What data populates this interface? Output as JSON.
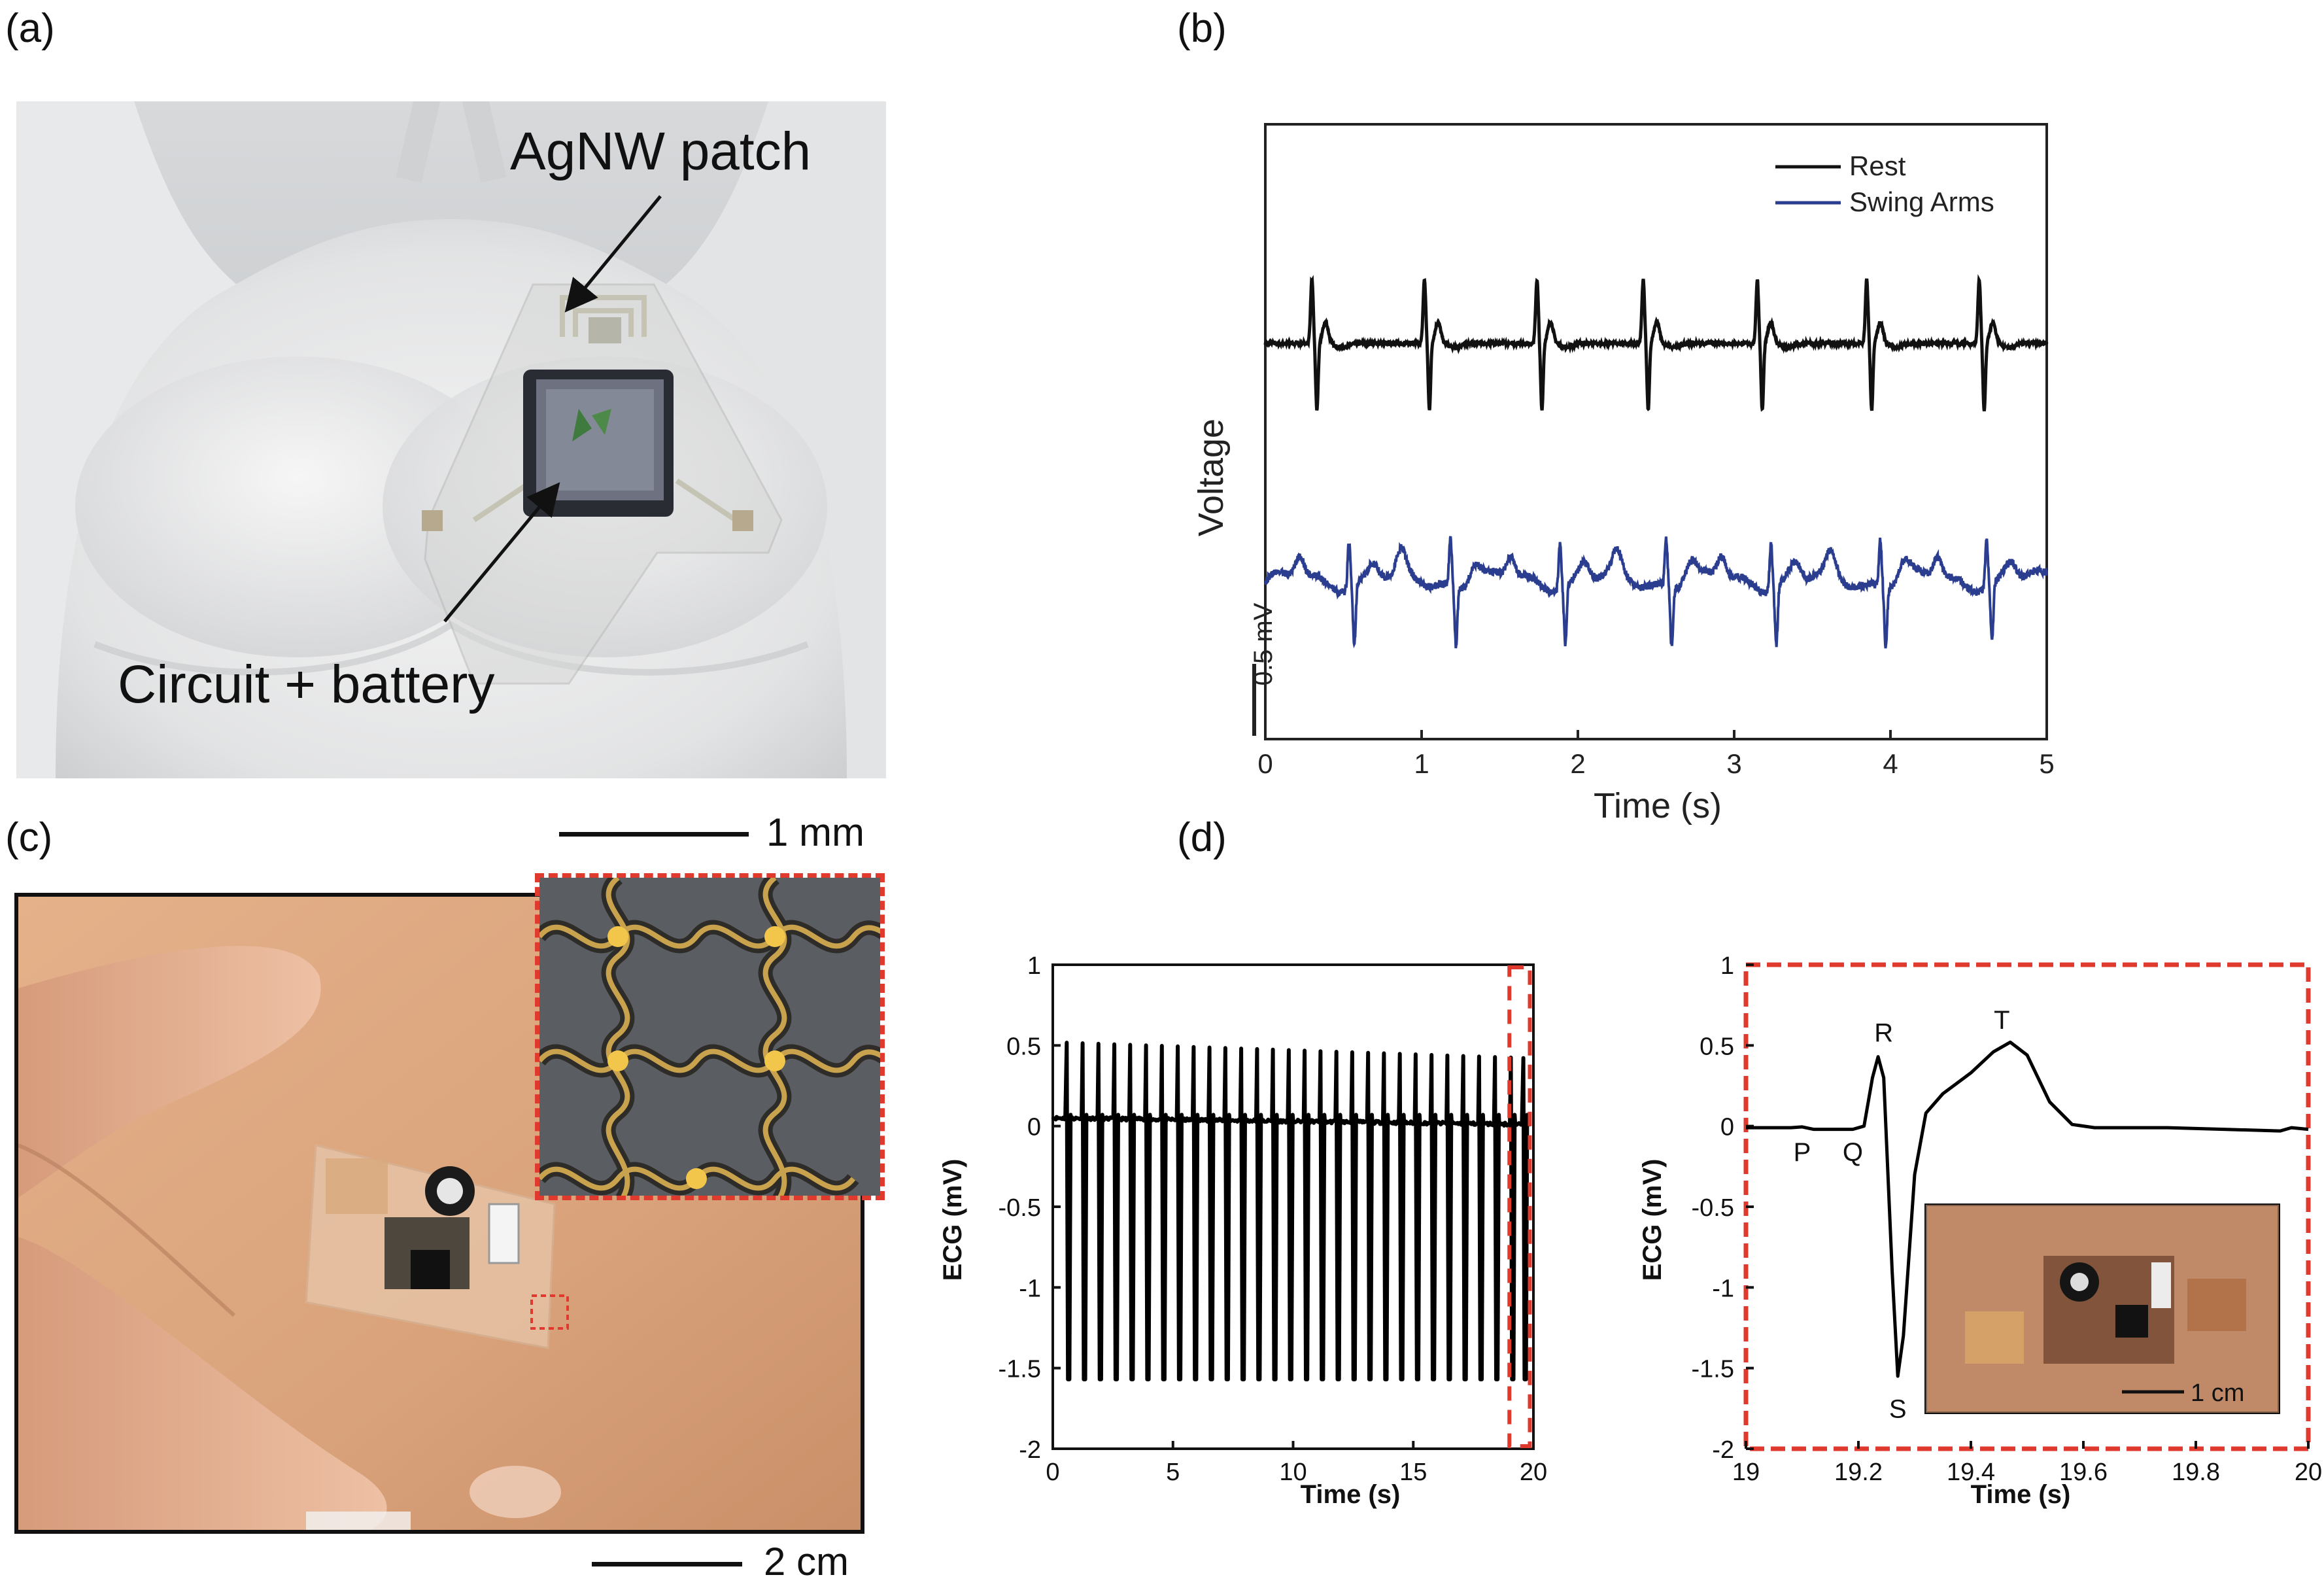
{
  "panels": {
    "a": {
      "letter": "(a)",
      "label_patch": "AgNW patch",
      "label_circuit": "Circuit + battery"
    },
    "b": {
      "letter": "(b)"
    },
    "c": {
      "letter": "(c)",
      "scale_top": "1 mm",
      "scale_bottom": "2 cm"
    },
    "d": {
      "letter": "(d)",
      "inset_scale": "1 cm"
    }
  },
  "colors": {
    "rest": "#111111",
    "swing": "#2b3d8f",
    "highlight": "#e03a2e",
    "trace": "#000000"
  },
  "chart_data": [
    {
      "id": "b",
      "type": "line",
      "xlabel": "Time (s)",
      "ylabel": "Voltage",
      "scale_bar_label": "0.5 mV",
      "xlim": [
        0,
        5
      ],
      "xticks": [
        0,
        1,
        2,
        3,
        4,
        5
      ],
      "legend_position": "top-right",
      "grid": false,
      "series": [
        {
          "name": "Rest",
          "color": "#111111",
          "beat_times": [
            0.31,
            1.03,
            1.75,
            2.43,
            3.16,
            3.86,
            4.58
          ]
        },
        {
          "name": "Swing Arms",
          "color": "#2b3d8f",
          "beat_times": [
            0.55,
            1.2,
            1.9,
            2.58,
            3.25,
            3.95,
            4.63
          ]
        }
      ]
    },
    {
      "id": "d-left",
      "type": "line",
      "xlabel": "Time (s)",
      "ylabel": "ECG (mV)",
      "xlim": [
        0,
        20
      ],
      "ylim": [
        -2,
        1
      ],
      "xticks": [
        0,
        5,
        10,
        15,
        20
      ],
      "yticks": [
        1,
        0.5,
        0,
        -0.5,
        -1,
        -1.5,
        -2
      ],
      "grid": false,
      "series": [
        {
          "beat_times": [
            0.6,
            1.26,
            1.92,
            2.58,
            3.24,
            3.9,
            4.56,
            5.22,
            5.88,
            6.54,
            7.2,
            7.86,
            8.52,
            9.18,
            9.84,
            10.5,
            11.16,
            11.82,
            12.48,
            13.14,
            13.8,
            14.46,
            15.12,
            15.78,
            16.44,
            17.1,
            17.76,
            18.42,
            19.08,
            19.6
          ],
          "r_peak": 0.52,
          "s_trough": -1.57,
          "baseline": 0.05
        }
      ],
      "highlight_xlim": [
        19,
        19.85
      ]
    },
    {
      "id": "d-right",
      "type": "line",
      "xlabel": "Time (s)",
      "ylabel": "ECG (mV)",
      "xlim": [
        19,
        20
      ],
      "ylim": [
        -2,
        1
      ],
      "xticks": [
        19,
        19.2,
        19.4,
        19.6,
        19.8,
        20
      ],
      "yticks": [
        1,
        0.5,
        0,
        -0.5,
        -1,
        -1.5,
        -2
      ],
      "grid": false,
      "series": [
        {
          "points": [
            [
              19.0,
              -0.01
            ],
            [
              19.08,
              -0.01
            ],
            [
              19.1,
              -0.005
            ],
            [
              19.12,
              -0.02
            ],
            [
              19.19,
              -0.02
            ],
            [
              19.21,
              0.0
            ],
            [
              19.225,
              0.3
            ],
            [
              19.235,
              0.43
            ],
            [
              19.245,
              0.3
            ],
            [
              19.26,
              -0.9
            ],
            [
              19.27,
              -1.55
            ],
            [
              19.28,
              -1.3
            ],
            [
              19.3,
              -0.3
            ],
            [
              19.32,
              0.08
            ],
            [
              19.35,
              0.2
            ],
            [
              19.4,
              0.33
            ],
            [
              19.44,
              0.46
            ],
            [
              19.47,
              0.52
            ],
            [
              19.5,
              0.44
            ],
            [
              19.54,
              0.15
            ],
            [
              19.58,
              0.01
            ],
            [
              19.62,
              -0.01
            ],
            [
              19.75,
              -0.01
            ],
            [
              19.85,
              -0.02
            ],
            [
              19.95,
              -0.03
            ],
            [
              19.97,
              -0.01
            ],
            [
              20.0,
              -0.02
            ]
          ]
        }
      ],
      "annotations": [
        {
          "text": "P",
          "x": 19.1,
          "y": -0.16
        },
        {
          "text": "Q",
          "x": 19.19,
          "y": -0.16
        },
        {
          "text": "R",
          "x": 19.245,
          "y": 0.58
        },
        {
          "text": "S",
          "x": 19.27,
          "y": -1.75
        },
        {
          "text": "T",
          "x": 19.455,
          "y": 0.66
        }
      ]
    }
  ]
}
